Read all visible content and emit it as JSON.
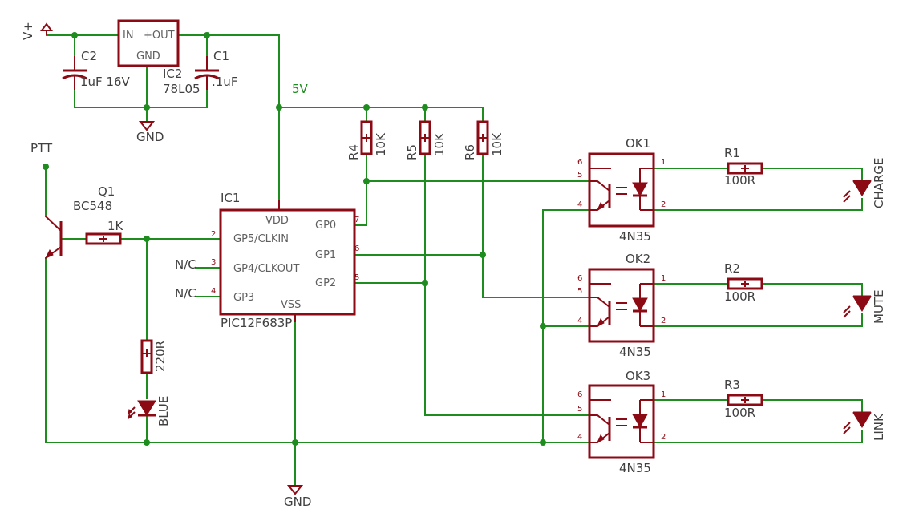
{
  "power": {
    "vplus": "V+",
    "five_v": "5V",
    "gnd_top": "GND",
    "gnd_bottom": "GND"
  },
  "regulator": {
    "ref": "IC2",
    "part": "78L05",
    "pin_in": "IN",
    "pin_out": "+OUT",
    "pin_gnd": "GND"
  },
  "capacitors": {
    "c2": {
      "ref": "C2",
      "value": "1uF 16V"
    },
    "c1": {
      "ref": "C1",
      "value": ".1uF"
    }
  },
  "transistor": {
    "ref": "Q1",
    "part": "BC548",
    "input": "PTT"
  },
  "resistors": {
    "base": {
      "value": "1K"
    },
    "led": {
      "value": "220R"
    },
    "r4": {
      "ref": "R4",
      "value": "10K"
    },
    "r5": {
      "ref": "R5",
      "value": "10K"
    },
    "r6": {
      "ref": "R6",
      "value": "10K"
    },
    "r1": {
      "ref": "R1",
      "value": "100R"
    },
    "r2": {
      "ref": "R2",
      "value": "100R"
    },
    "r3": {
      "ref": "R3",
      "value": "100R"
    }
  },
  "mcu": {
    "ref": "IC1",
    "part": "PIC12F683P",
    "pins": {
      "vdd": "VDD",
      "vss": "VSS",
      "gp5": "GP5/CLKIN",
      "gp4": "GP4/CLKOUT",
      "gp3": "GP3",
      "gp0": "GP0",
      "gp1": "GP1",
      "gp2": "GP2"
    },
    "pin_numbers": {
      "p2": "2",
      "p3": "3",
      "p4": "4",
      "p7": "7",
      "p6": "6",
      "p5": "5"
    },
    "nc": "N/C"
  },
  "leds": {
    "blue": "BLUE",
    "charge": "CHARGE",
    "mute": "MUTE",
    "link": "LINK"
  },
  "optos": [
    {
      "ref": "OK1",
      "part": "4N35"
    },
    {
      "ref": "OK2",
      "part": "4N35"
    },
    {
      "ref": "OK3",
      "part": "4N35"
    }
  ],
  "opto_pins": {
    "p6": "6",
    "p5": "5",
    "p4": "4",
    "p1": "1",
    "p2": "2"
  }
}
